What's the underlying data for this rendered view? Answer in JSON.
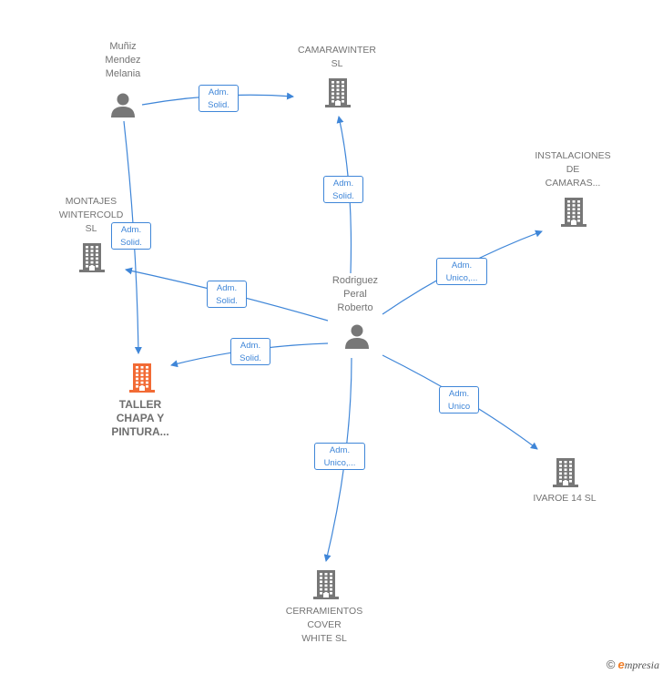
{
  "nodes": {
    "munz": {
      "label": "Muñiz\nMendez\nMelania",
      "type": "person"
    },
    "camarawinter": {
      "label": "CAMARAWINTER\nSL",
      "type": "company"
    },
    "instalaciones": {
      "label": "INSTALACIONES\nDE\nCAMARAS...",
      "type": "company"
    },
    "montajes": {
      "label": "MONTAJES\nWINTERCOLD\nSL",
      "type": "company"
    },
    "rodriguez": {
      "label": "Rodriguez\nPeral\nRoberto",
      "type": "person"
    },
    "taller": {
      "label": "TALLER\nCHAPA Y\nPINTURA...",
      "type": "company-focus"
    },
    "ivaroe": {
      "label": "IVAROE 14  SL",
      "type": "company"
    },
    "cerramientos": {
      "label": "CERRAMIENTOS\nCOVER\nWHITE  SL",
      "type": "company"
    }
  },
  "edges": [
    {
      "id": "e1",
      "line1": "Adm.",
      "line2": "Solid."
    },
    {
      "id": "e2",
      "line1": "Adm.",
      "line2": "Solid."
    },
    {
      "id": "e3",
      "line1": "Adm.",
      "line2": "Solid."
    },
    {
      "id": "e4",
      "line1": "Adm.",
      "line2": "Unico,..."
    },
    {
      "id": "e5",
      "line1": "Adm.",
      "line2": "Solid."
    },
    {
      "id": "e6",
      "line1": "Adm.",
      "line2": "Solid."
    },
    {
      "id": "e7",
      "line1": "Adm.",
      "line2": "Unico"
    },
    {
      "id": "e8",
      "line1": "Adm.",
      "line2": "Unico,..."
    }
  ],
  "colors": {
    "edge": "#3f86d8",
    "icon": "#777777",
    "focus": "#f26b35"
  },
  "footer": {
    "copyright": "©",
    "brand_e": "e",
    "brand_rest": "mpresia"
  }
}
